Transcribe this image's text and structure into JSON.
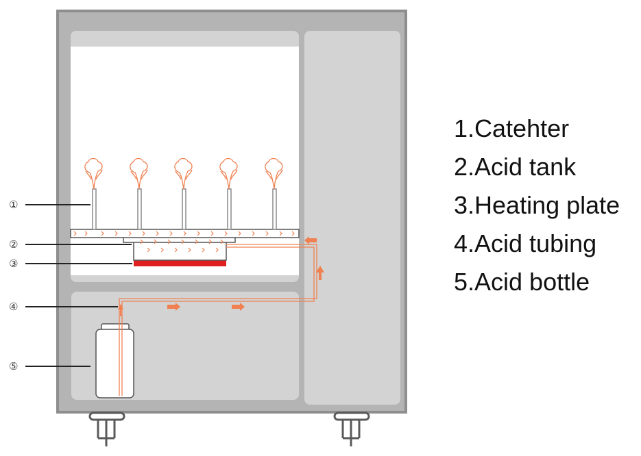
{
  "legend": [
    {
      "id": 1,
      "text": "1.Catehter"
    },
    {
      "id": 2,
      "text": "2.Acid tank"
    },
    {
      "id": 3,
      "text": "3.Heating plate"
    },
    {
      "id": 4,
      "text": "4.Acid tubing"
    },
    {
      "id": 5,
      "text": "5.Acid bottle"
    }
  ],
  "callouts": [
    {
      "id": 1,
      "symbol": "①"
    },
    {
      "id": 2,
      "symbol": "②"
    },
    {
      "id": 3,
      "symbol": "③"
    },
    {
      "id": 4,
      "symbol": "④"
    },
    {
      "id": 5,
      "symbol": "⑤"
    }
  ],
  "colors": {
    "cabinet": "#8e8e8e",
    "cabinet_inner": "#b4b4b4",
    "panel": "#d3d3d3",
    "chamber": "#ffffff",
    "acid": "#f08050",
    "heater": "#e02020",
    "catheter": "#a0a0a0"
  }
}
